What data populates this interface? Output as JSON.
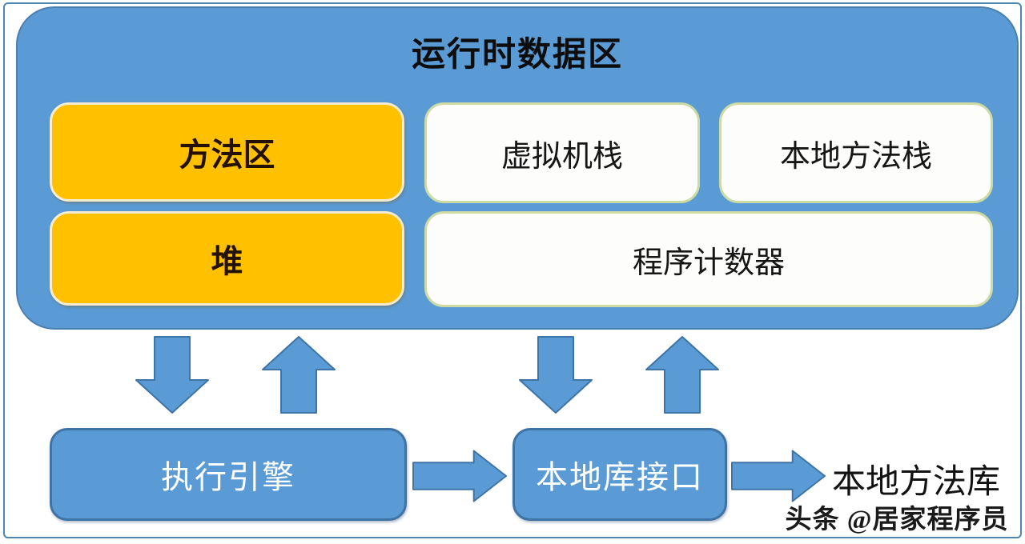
{
  "diagram": {
    "title": "运行时数据区",
    "runtime_boxes": [
      {
        "name": "method-area",
        "label": "方法区",
        "variant": "orange"
      },
      {
        "name": "vm-stack",
        "label": "虚拟机栈",
        "variant": "white"
      },
      {
        "name": "native-method-stack",
        "label": "本地方法栈",
        "variant": "white"
      },
      {
        "name": "heap",
        "label": "堆",
        "variant": "orange"
      },
      {
        "name": "program-counter",
        "label": "程序计数器",
        "variant": "white"
      }
    ],
    "engine_boxes": [
      {
        "name": "execution-engine",
        "label": "执行引擎"
      },
      {
        "name": "native-interface",
        "label": "本地库接口"
      }
    ],
    "native_library_label": "本地方法库",
    "watermark": "头条 @居家程序员",
    "icons": [
      "arrow-down-icon",
      "arrow-up-icon",
      "arrow-right-icon"
    ],
    "colors": {
      "panel_blue": "#5B9BD5",
      "panel_blue_border": "#4A7FB0",
      "engine_border": "#3E73A6",
      "orange": "#FFC000",
      "orange_border": "#F7ECCF",
      "white_box_fill": "#FDFDFC",
      "white_box_border": "#CCDBA4",
      "frame_blue": "#4D87B0",
      "text_dark": "#121212",
      "text_light": "#FFFFFF"
    }
  }
}
